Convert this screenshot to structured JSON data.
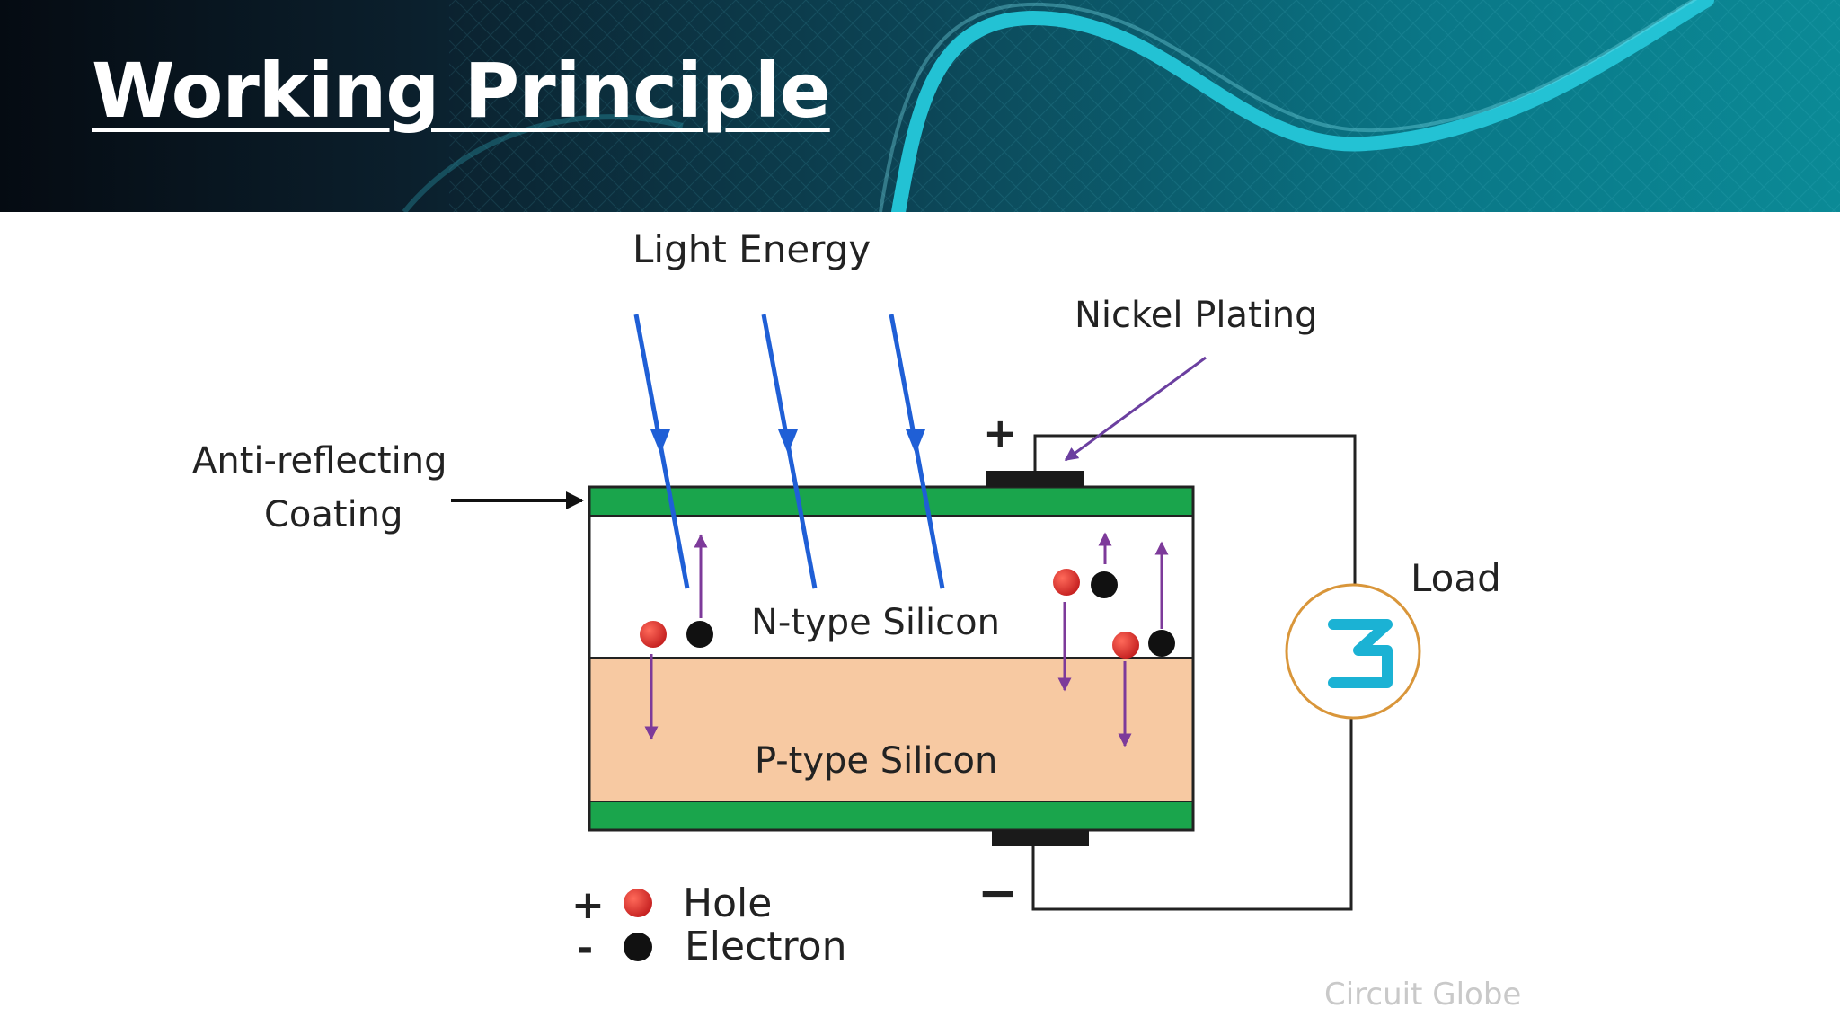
{
  "slide": {
    "title": "Working Principle"
  },
  "diagram": {
    "labels": {
      "light_energy": "Light Energy",
      "nickel_plating": "Nickel Plating",
      "anti_reflecting_line1": "Anti-reflecting",
      "anti_reflecting_line2": "Coating",
      "n_type": "N-type Silicon",
      "p_type": "P-type Silicon",
      "load": "Load",
      "plus_terminal": "+",
      "minus_terminal": "−"
    },
    "legend": {
      "hole_sign": "+",
      "hole_label": "Hole",
      "electron_sign": "-",
      "electron_label": "Electron"
    },
    "watermark": "Circuit Globe",
    "colors": {
      "coating_green": "#1aa54c",
      "p_type_fill": "#f7c9a2",
      "light_ray_blue": "#1f5fd6",
      "carrier_arrow_purple": "#7d3a9a",
      "hole_red": "#d42b2b",
      "electron_black": "#111111",
      "load_ring_orange": "#d9963a",
      "load_symbol_cyan": "#1bb2d4",
      "header_teal": "#0a7f8f"
    }
  }
}
